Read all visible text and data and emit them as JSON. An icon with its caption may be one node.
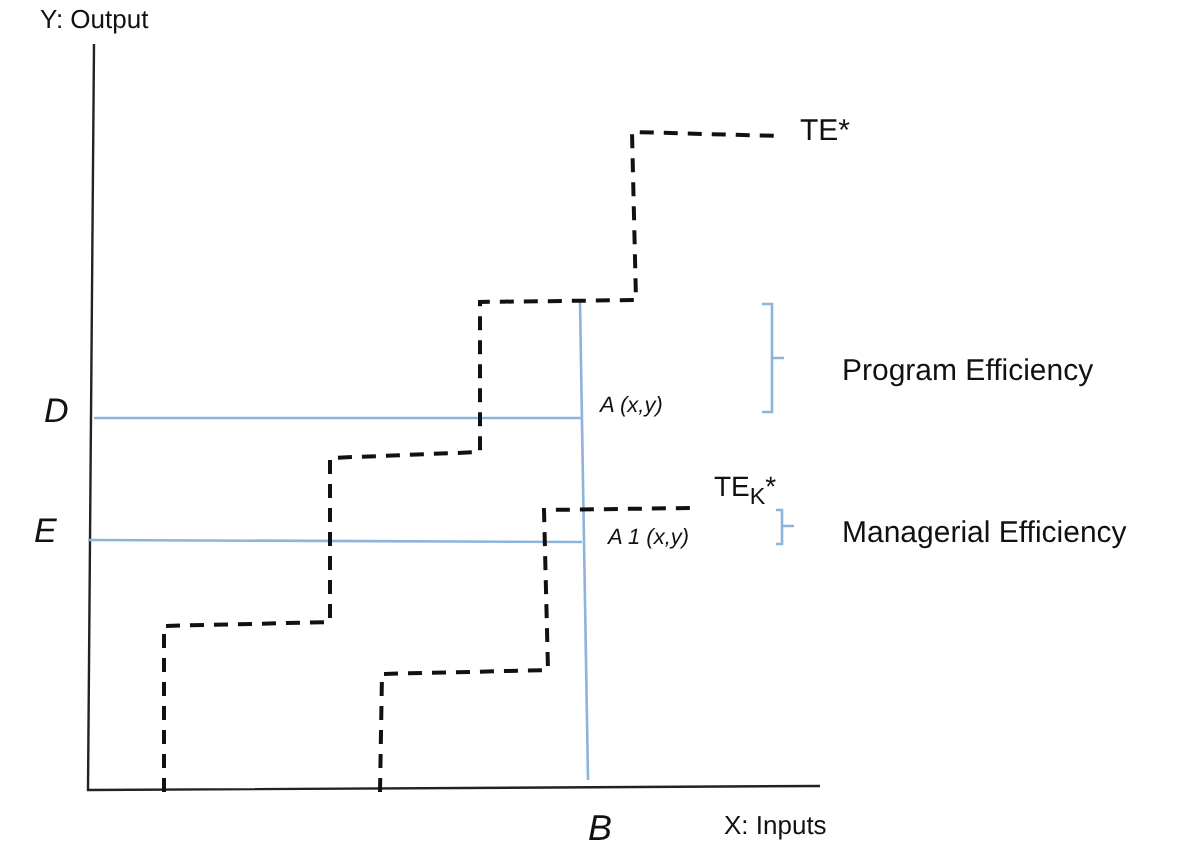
{
  "diagram": {
    "labels": [
      "Y: Output",
      "TE*",
      "Program Efficiency",
      "D",
      "A (x,y)",
      "TE$_{K}$*",
      "E",
      "A 1 (x,y)",
      "Managerial Efficiency",
      "B",
      "X: Inputs"
    ]
  }
}
